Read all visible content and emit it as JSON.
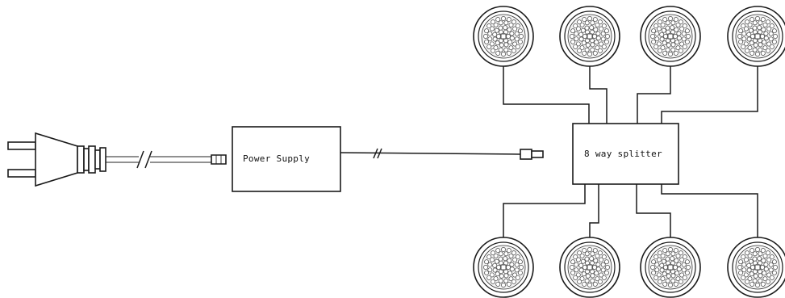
{
  "power_supply": {
    "label": "Power Supply"
  },
  "splitter": {
    "label": "8 way splitter"
  },
  "lights": {
    "top": [
      "light-1",
      "light-2",
      "light-3",
      "light-4"
    ],
    "bottom": [
      "light-5",
      "light-6",
      "light-7",
      "light-8"
    ]
  }
}
